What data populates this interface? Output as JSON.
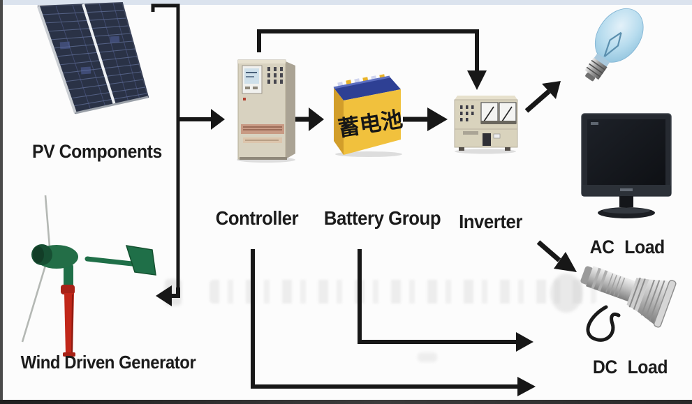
{
  "labels": {
    "pv": "PV Components",
    "wind": "Wind Driven Generator",
    "controller": "Controller",
    "battery": "Battery Group",
    "inverter": "Inverter",
    "ac_load": "AC Load",
    "dc_load": "DC Load"
  },
  "battery_case_text": "蓄电池",
  "colors": {
    "line": "#171717",
    "battery_yellow": "#f1c13d",
    "battery_top_blue": "#2e4094",
    "turbine_green": "#216c46",
    "pole_red": "#c1271a",
    "bulb_blue": "#a9d3e8",
    "controller_beige": "#d8d2c0",
    "inverter_beige": "#d9d3bd",
    "top_strip": "#dbe3ee"
  },
  "icons": [
    "solar-panel-icon",
    "wind-turbine-icon",
    "controller-icon",
    "battery-icon",
    "inverter-icon",
    "light-bulb-icon",
    "monitor-icon",
    "flashlight-icon"
  ],
  "connections": [
    {
      "from": "pv",
      "to": "controller",
      "via": "left-bus"
    },
    {
      "from": "wind",
      "to": "controller",
      "via": "left-bus"
    },
    {
      "from": "controller",
      "to": "battery"
    },
    {
      "from": "battery",
      "to": "inverter"
    },
    {
      "from": "controller",
      "to": "inverter",
      "via": "top-line"
    },
    {
      "from": "inverter",
      "to": "ac_load",
      "note": "two diagonal arrows (bulb, monitor)"
    },
    {
      "from": "battery",
      "to": "dc_load"
    },
    {
      "from": "controller",
      "to": "dc_load"
    }
  ]
}
